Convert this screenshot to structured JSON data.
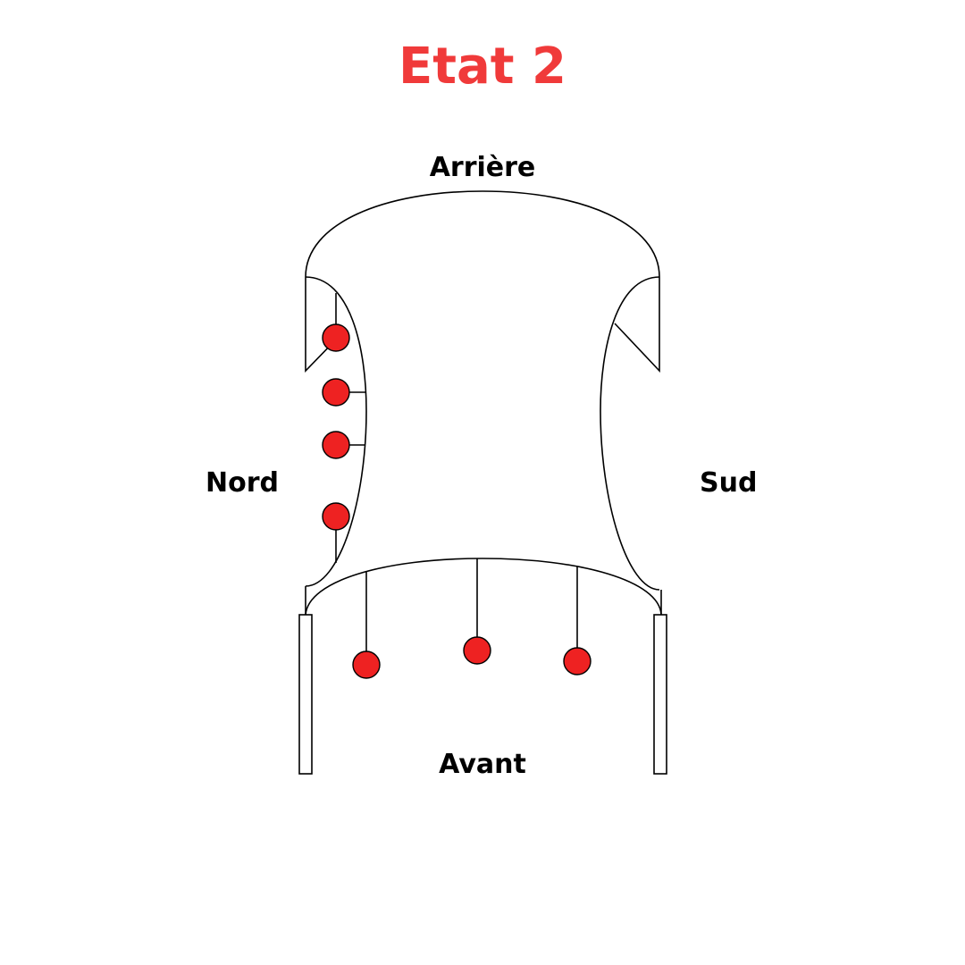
{
  "title": "Etat 2",
  "labels": {
    "back": "Arrière",
    "front": "Avant",
    "north": "Nord",
    "south": "Sud"
  },
  "colors": {
    "title": "#f03a3a",
    "marker": "#ee2222",
    "stroke": "#000000"
  }
}
